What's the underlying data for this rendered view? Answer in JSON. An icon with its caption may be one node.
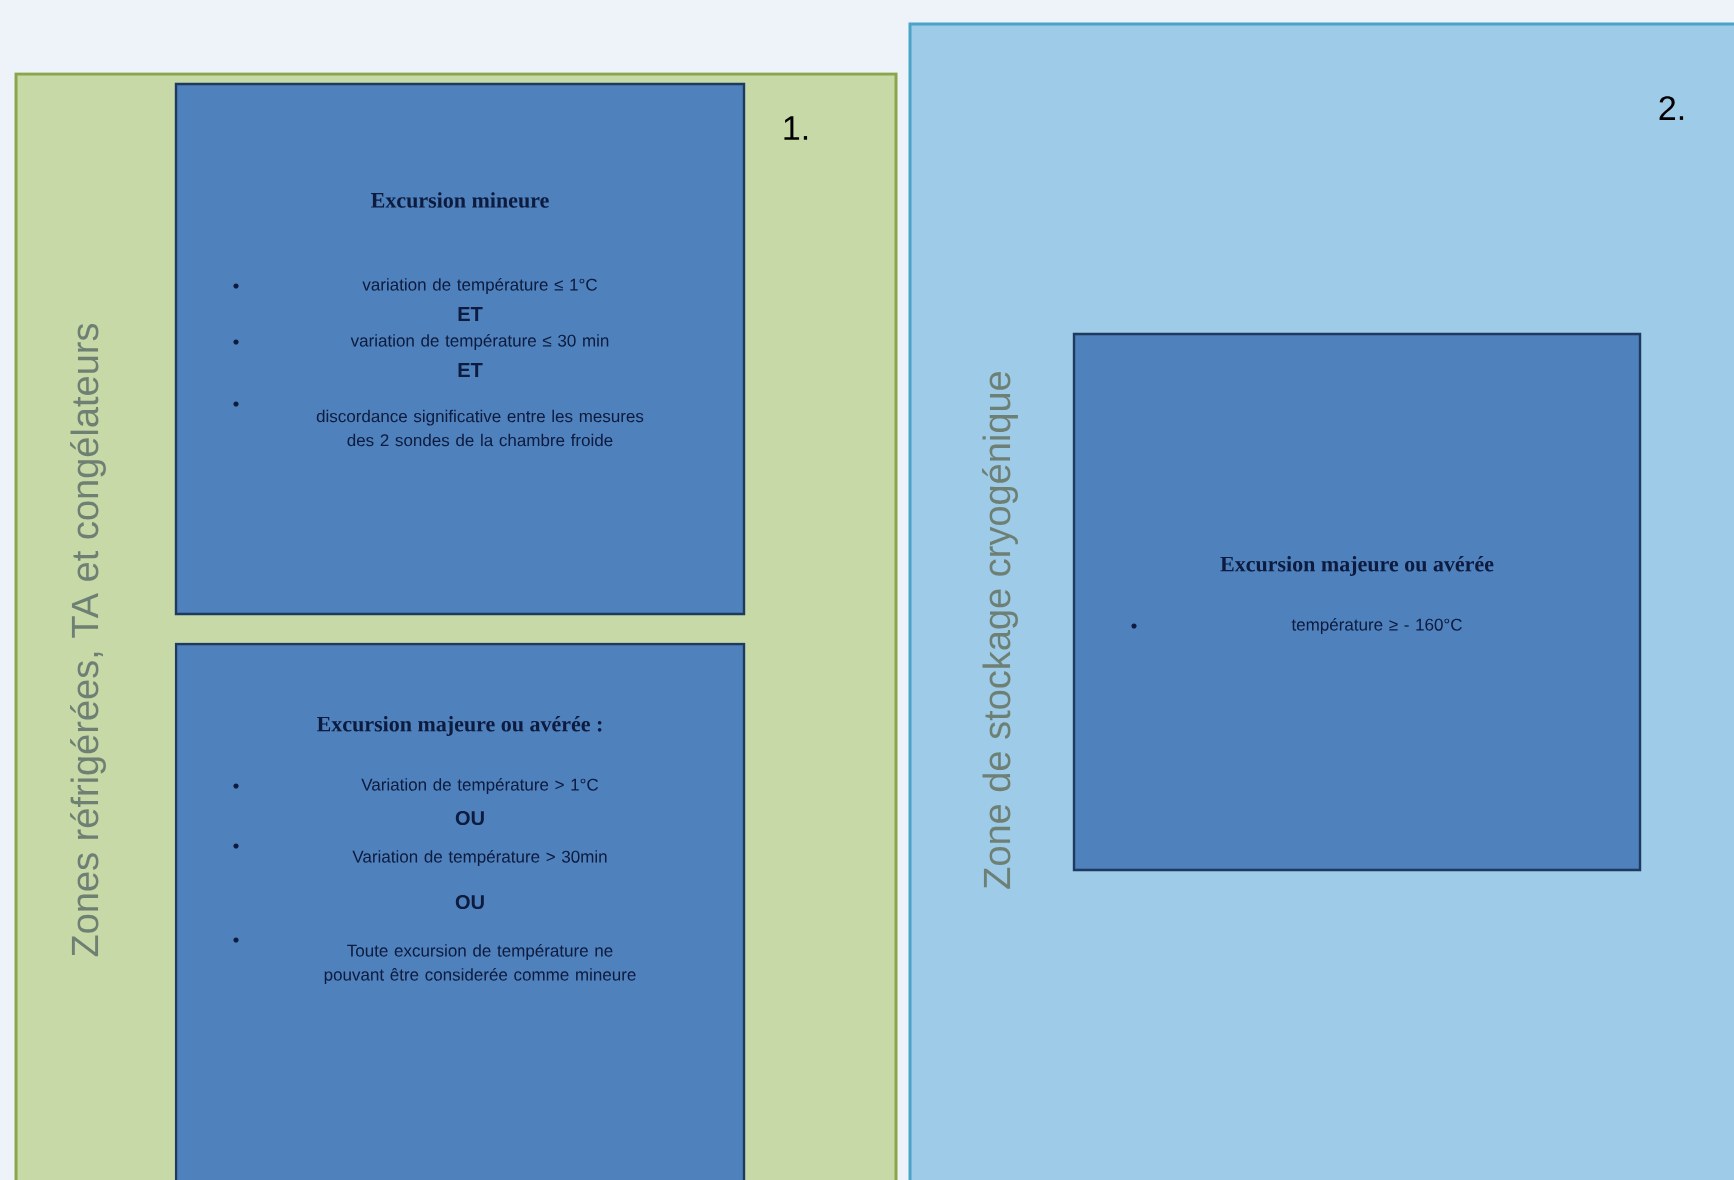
{
  "diagram": {
    "nodes": [
      {
        "text": [
          "Zones réfrigérées, TA et congélateurs",
          "1."
        ]
      },
      {
        "text": [
          "Excursion mineure",
          "variation de température ≤ 1°C",
          "ET",
          "variation de température ≤ 30 min",
          "ET",
          "discordance significative entre les mesures des 2 sondes de la chambre froide"
        ],
        "in": 0
      },
      {
        "text": [
          "Excursion majeure ou avérée :",
          "Variation de température > 1°C",
          "OU",
          "Variation de température > 30min",
          "OU",
          "Toute excursion de température ne pouvant être considerée comme mineure"
        ],
        "in": 0
      },
      {
        "text": [
          "Zone de stockage cryogénique",
          "2."
        ]
      },
      {
        "text": [
          "Excursion majeure ou avérée",
          "température ≥ - 160°C"
        ],
        "in": 3
      }
    ]
  }
}
